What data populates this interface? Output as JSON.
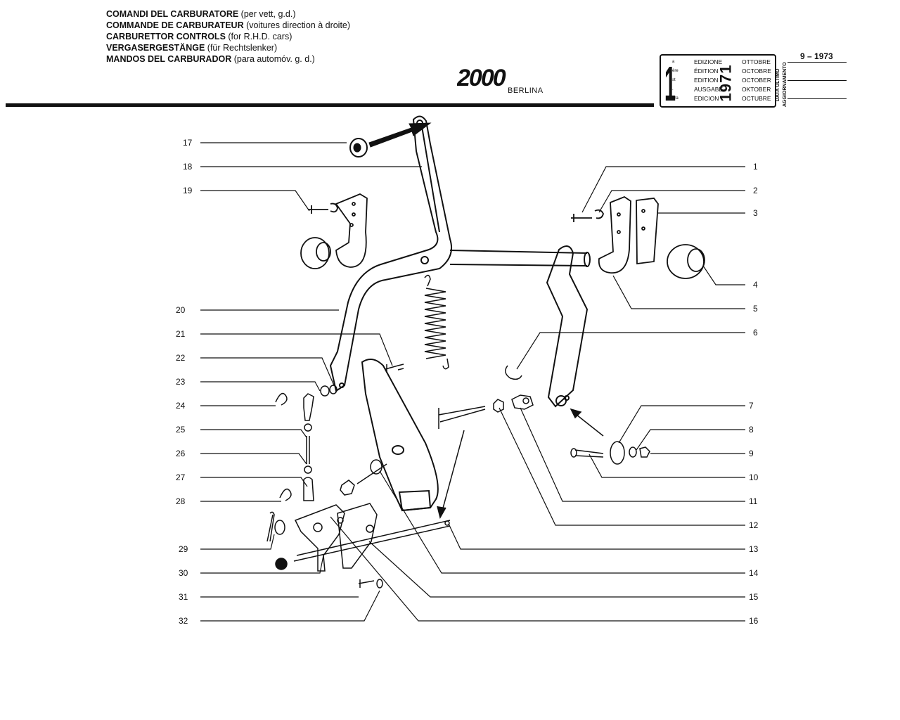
{
  "header": {
    "titles": [
      {
        "main": "COMANDI DEL CARBURATORE",
        "sub": " (per vett, g.d.)"
      },
      {
        "main": "COMMANDE DE CARBURATEUR",
        "sub": " (voitures direction à droite)"
      },
      {
        "main": "CARBURETTOR CONTROLS",
        "sub": " (for R.H.D. cars)"
      },
      {
        "main": "VERGASERGESTÄNGE",
        "sub": " (für Rechtslenker)"
      },
      {
        "main": "MANDOS DEL CARBURADOR",
        "sub": " (para automóv. g. d.)"
      }
    ],
    "logo_text": "2000",
    "model": "BERLINA"
  },
  "edition_box": {
    "number": "1",
    "superscripts": [
      "a",
      "ère",
      "st",
      ".",
      "era"
    ],
    "edition_words": [
      "EDIZIONE",
      "ÉDITION",
      "EDITION",
      "AUSGABE",
      "EDICION"
    ],
    "year": "1971",
    "months": [
      "OTTOBRE",
      "OCTOBRE",
      "OCTOBER",
      "OKTOBER",
      "OCTUBRE"
    ],
    "update_label_1": "DATA ULTIMO",
    "update_label_2": "AGGIORNAMENTO",
    "update_date": "9 – 1973"
  },
  "callouts_left": [
    "17",
    "18",
    "19",
    "20",
    "21",
    "22",
    "23",
    "24",
    "25",
    "26",
    "27",
    "28",
    "29",
    "30",
    "31",
    "32"
  ],
  "callouts_right": [
    "1",
    "2",
    "3",
    "4",
    "5",
    "6",
    "7",
    "8",
    "9",
    "10",
    "11",
    "12",
    "13",
    "14",
    "15",
    "16"
  ],
  "colors": {
    "ink": "#111111",
    "paper": "#ffffff"
  }
}
